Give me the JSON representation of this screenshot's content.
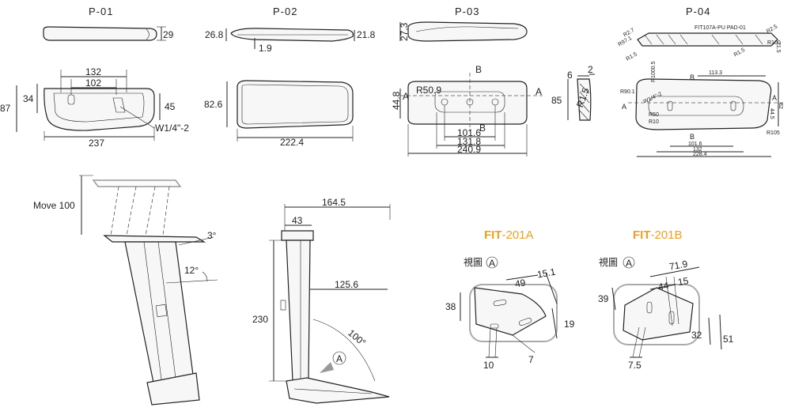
{
  "p01": {
    "title": "P-01",
    "d29": "29",
    "d132": "132",
    "d102": "102",
    "d34": "34",
    "d87": "87",
    "d45": "45",
    "d237": "237",
    "screw": "W1/4\"-2"
  },
  "p02": {
    "title": "P-02",
    "d268": "26.8",
    "d218": "21.8",
    "d19": "1.9",
    "d826": "82.6",
    "d2224": "222.4"
  },
  "p03": {
    "title": "P-03",
    "d273": "27.3",
    "d448": "44.8",
    "r509": "R50.9",
    "d1016": "101.6",
    "d1318": "131.8",
    "d2409": "240.9",
    "d85": "85",
    "d6": "6",
    "d2": "2",
    "r15": "R1.5",
    "secA": "A",
    "secB": "B"
  },
  "p04": {
    "title": "P-04",
    "label": "FIT107A-PU PAD-01",
    "r27": "R2.7",
    "r971": "R97.1",
    "r15": "R1.5",
    "r25": "R2.5",
    "r100": "R100",
    "d215": "21.5",
    "r10005": "R1000.5",
    "d1133": "113.3",
    "r901": "R90.1",
    "r50": "R50",
    "r10": "R10",
    "screw": "W1/4\"-2",
    "d1016": "101.6",
    "d132": "132",
    "d2284": "228.4",
    "d82": "82",
    "d445": "44.5",
    "r105": "R105",
    "secA": "A",
    "secB": "B"
  },
  "arm": {
    "move": "Move 100",
    "deg3": "3°",
    "deg12": "12°"
  },
  "side": {
    "d1645": "164.5",
    "d43": "43",
    "d1256": "125.6",
    "d230": "230",
    "deg100": "100°",
    "circA": "A"
  },
  "fit201a": {
    "prefix": "FIT",
    "suffix": "-201A",
    "view": "視圖",
    "circA": "A",
    "d151": "15.1",
    "d49": "49",
    "d38": "38",
    "d19": "19",
    "d10": "10",
    "d7": "7"
  },
  "fit201b": {
    "prefix": "FIT",
    "suffix": "-201B",
    "view": "視圖",
    "circA": "A",
    "d719": "71.9",
    "d44": "44",
    "d15": "15",
    "d39": "39",
    "d32": "32",
    "d51": "51",
    "d75": "7.5"
  }
}
